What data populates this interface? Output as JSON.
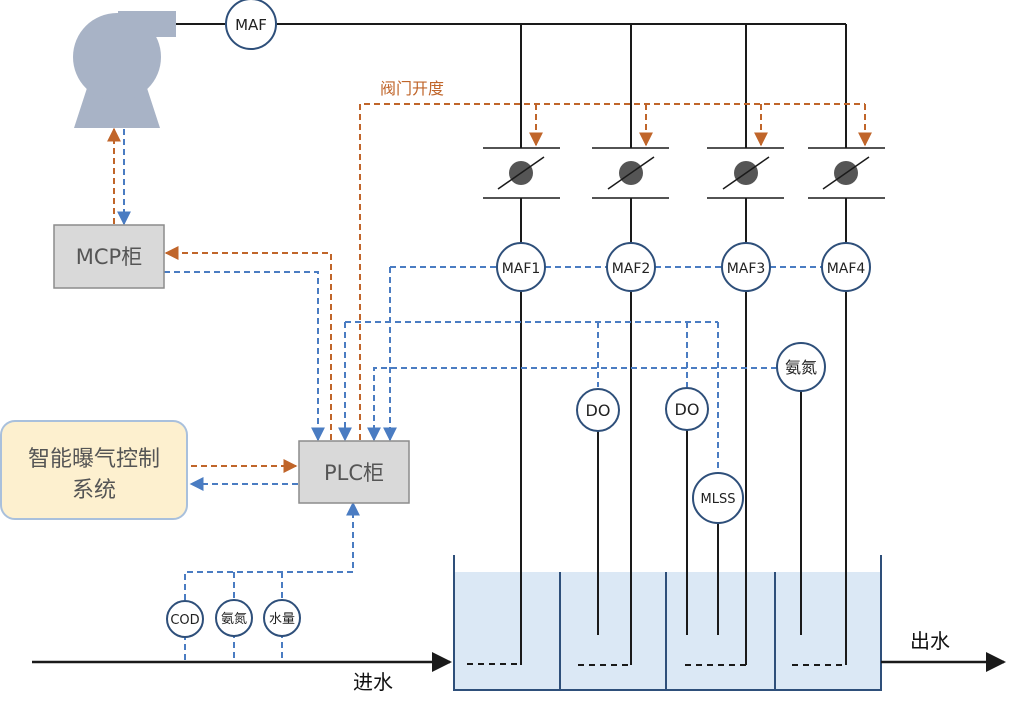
{
  "colors": {
    "orange_signal": "#c0652a",
    "blue_signal": "#4a7cc2",
    "line": "#1a1a1a",
    "instrument_border": "#2e4f7a",
    "tank_fill": "#dbe8f5",
    "tank_border": "#2e4f7a",
    "blower": "#a8b3c6",
    "box_fill": "#d9d9d9",
    "box_border": "#8c8c8c",
    "control_fill": "#fdf0cf",
    "control_border": "#a9c0dc",
    "valve": "#555555"
  },
  "icons": {
    "blower": "blower-icon",
    "valve": "butterfly-valve-icon",
    "arrow": "arrow-head-icon"
  },
  "labels": {
    "main_maf": "MAF",
    "valve_opening": "阀门开度",
    "mcp": "MCP柜",
    "plc": "PLC柜",
    "control_system_line1": "智能曝气控制",
    "control_system_line2": "系统",
    "inflow": "进水",
    "outflow": "出水"
  },
  "maf_meters": [
    "MAF1",
    "MAF2",
    "MAF3",
    "MAF4"
  ],
  "tank_sensors": {
    "do1": "DO",
    "do2": "DO",
    "mlss": "MLSS",
    "ammonia": "氨氮"
  },
  "inlet_sensors": [
    "COD",
    "氨氮",
    "水量"
  ]
}
